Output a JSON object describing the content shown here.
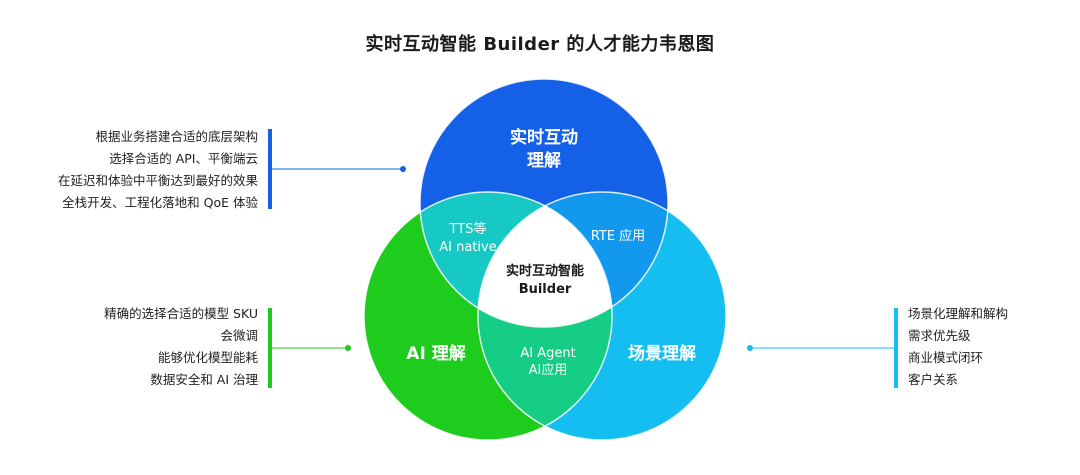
{
  "title": "实时互动智能 Builder 的人才能力韦恩图",
  "circles": {
    "top": {
      "label_line1": "实时互动",
      "label_line2": "理解",
      "color": "#1461E8"
    },
    "left": {
      "label": "AI 理解",
      "color": "#1ECC1E"
    },
    "right": {
      "label": "场景理解",
      "color": "#14BEF0"
    }
  },
  "overlaps": {
    "top_left": {
      "line1": "TTS等",
      "line2": "AI native",
      "color": "#17C9C4"
    },
    "top_right": {
      "line1": "RTE 应用",
      "color": "#1299EE"
    },
    "left_right": {
      "line1": "AI Agent",
      "line2": "AI应用",
      "color": "#15CD84"
    },
    "center": {
      "line1": "实时互动智能",
      "line2": "Builder",
      "color": "#ffffff"
    }
  },
  "annotations": {
    "top": {
      "color": "#1461E8",
      "lines": [
        "根据业务搭建合适的底层架构",
        "选择合适的 API、平衡端云",
        "在延迟和体验中平衡达到最好的效果",
        "全栈开发、工程化落地和 QoE 体验"
      ]
    },
    "left": {
      "color": "#1ECC1E",
      "lines": [
        "精确的选择合适的模型 SKU",
        "会微调",
        "能够优化模型能耗",
        "数据安全和 AI 治理"
      ]
    },
    "right": {
      "color": "#14BEF0",
      "lines": [
        "场景化理解和解构",
        "需求优先级",
        "商业模式闭环",
        "客户关系"
      ]
    }
  }
}
